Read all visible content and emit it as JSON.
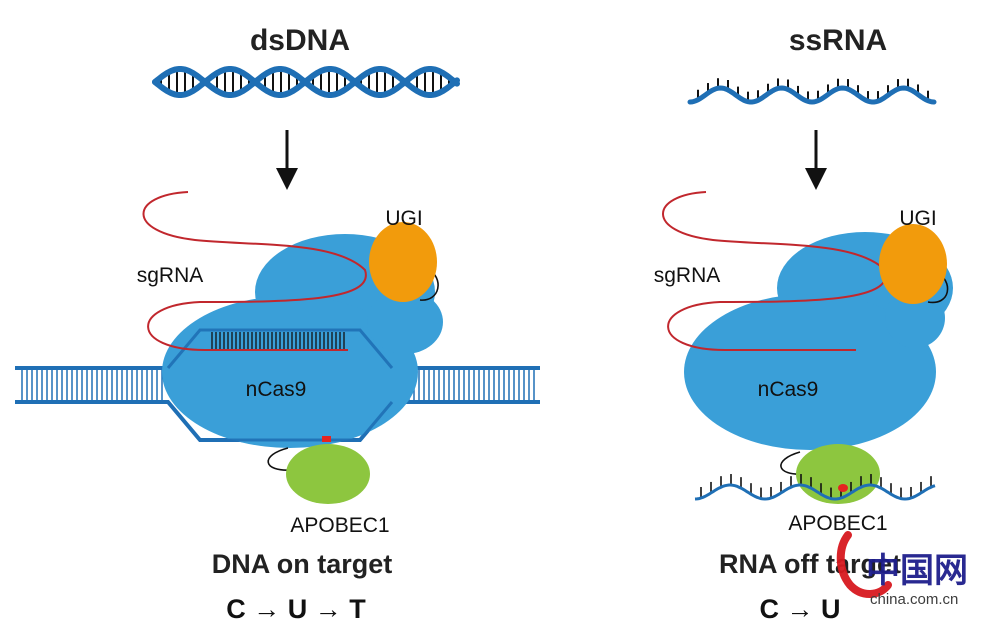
{
  "colors": {
    "dna_blue": "#1f6fb5",
    "protein_blue": "#3a9fd8",
    "rna_red": "#c1272d",
    "ugi_orange": "#f29b0c",
    "apobec_green": "#8dc63f",
    "edit_red": "#e52420",
    "watermark_red": "#d7191f",
    "watermark_blue": "#1e1e8c"
  },
  "left": {
    "substrate_title": "dsDNA",
    "guide_label": "sgRNA",
    "inhibitor_label": "UGI",
    "enzyme_label": "nCas9",
    "deaminase_label": "APOBEC1",
    "caption": "DNA on target",
    "formula": "C → U → T"
  },
  "right": {
    "substrate_title": "ssRNA",
    "guide_label": "sgRNA",
    "inhibitor_label": "UGI",
    "enzyme_label": "nCas9",
    "deaminase_label": "APOBEC1",
    "caption": "RNA off target",
    "formula": "C → U"
  },
  "watermark": {
    "logo_text": "中国网",
    "url": "china.com.cn"
  }
}
